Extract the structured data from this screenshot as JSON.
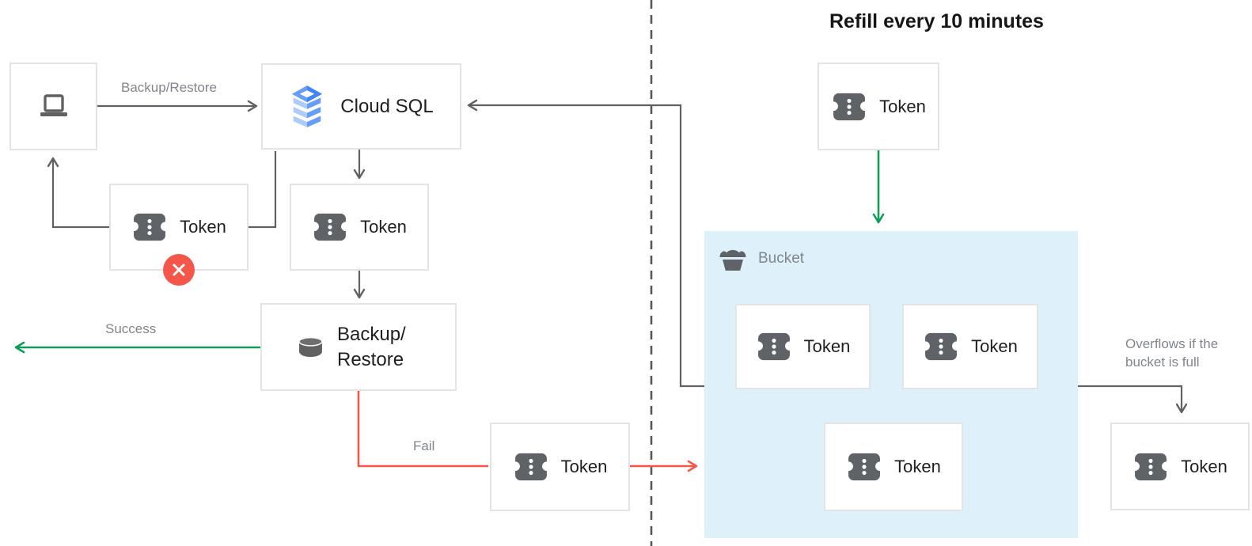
{
  "title": "Refill every 10 minutes",
  "nodes": {
    "client": {
      "icon": "laptop-icon"
    },
    "cloud_sql": {
      "label": "Cloud SQL",
      "icon": "cloud-sql-icon"
    },
    "backup_restore": {
      "label": "Backup/Restore",
      "icon": "database-icon"
    },
    "token": {
      "label": "Token",
      "icon": "token-icon"
    },
    "bucket": {
      "label": "Bucket",
      "icon": "bucket-icon"
    },
    "rejected_token_badge": {
      "icon": "x-badge-icon"
    }
  },
  "edges": {
    "client_to_cloud_sql": "Backup/Restore",
    "success": "Success",
    "fail": "Fail",
    "overflow": "Overflows if the bucket is full"
  },
  "colors": {
    "success_green": "#0f9d58",
    "fail_red": "#f5564a",
    "line_gray": "#616161",
    "label_gray": "#80868b",
    "bucket_bg": "#def1fb",
    "box_border": "#e4e4e4",
    "cloud_sql_blue": "#4285f4",
    "cloud_sql_blue_mid": "#669df6",
    "cloud_sql_blue_light": "#aecbfa",
    "icon_dark": "#5f6368"
  }
}
